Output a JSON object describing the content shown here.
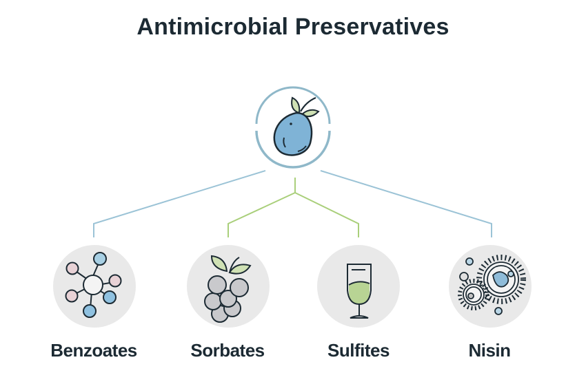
{
  "title": "Antimicrobial Preservatives",
  "root": {
    "icon": "fruit-berry-icon",
    "fill": "#7fb3d6",
    "leaf": "#cfe1b4",
    "ring": "#8fb8c9"
  },
  "connector_colors": {
    "outer": "#9bc3d6",
    "inner": "#a9cf7a"
  },
  "children": [
    {
      "label": "Benzoates",
      "icon": "molecule-icon"
    },
    {
      "label": "Sorbates",
      "icon": "berries-icon"
    },
    {
      "label": "Sulfites",
      "icon": "wine-glass-icon"
    },
    {
      "label": "Nisin",
      "icon": "microbe-icon"
    }
  ]
}
